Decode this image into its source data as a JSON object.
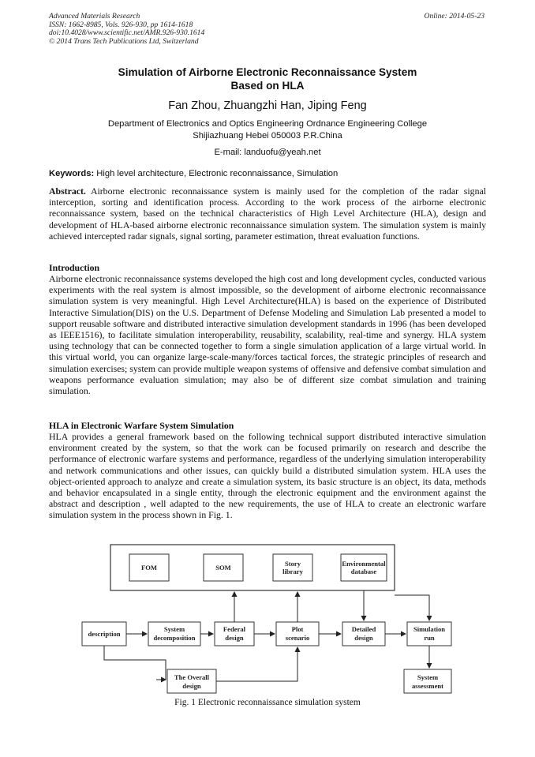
{
  "header": {
    "journal": "Advanced Materials Research",
    "issn": "ISSN: 1662-8985, Vols. 926-930, pp 1614-1618",
    "doi": "doi:10.4028/www.scientific.net/AMR.926-930.1614",
    "copyright": "© 2014 Trans Tech Publications Ltd, Switzerland",
    "online": "Online: 2014-05-23"
  },
  "paper": {
    "title_line1": "Simulation of Airborne Electronic Reconnaissance System",
    "title_line2": "Based on HLA",
    "authors": "Fan Zhou, Zhuangzhi Han, Jiping Feng",
    "affiliation_line1": "Department of Electronics and Optics Engineering Ordnance Engineering College",
    "affiliation_line2": "Shijiazhuang Hebei 050003 P.R.China",
    "email": "E-mail: landuofu@yeah.net",
    "keywords_label": "Keywords:",
    "keywords": " High level architecture, Electronic reconnaissance, Simulation"
  },
  "abstract": {
    "label": "Abstract.",
    "text": " Airborne electronic reconnaissance system is mainly used for the completion of the radar signal interception, sorting and identification process. According to the work process of the airborne electronic reconnaissance system, based on the technical characteristics of High Level Architecture (HLA), design and development of HLA-based airborne electronic reconnaissance simulation system. The simulation system is mainly achieved intercepted radar signals, signal sorting, parameter estimation, threat evaluation functions."
  },
  "introduction": {
    "heading": "Introduction",
    "text": "Airborne electronic reconnaissance systems developed the high cost and long development cycles, conducted various experiments with the real system is almost impossible, so the development of airborne electronic reconnaissance simulation system is very meaningful. High Level Architecture(HLA) is based on the experience of Distributed Interactive Simulation(DIS) on the U.S. Department of Defense Modeling and Simulation Lab presented a model to support reusable software and distributed interactive simulation development standards in 1996 (has been developed as IEEE1516), to facilitate simulation interoperability, reusability, scalability, real-time and synergy. HLA system using technology that can be connected together to form a single simulation application of a large virtual world. In this virtual world, you can organize large-scale-many/forces tactical forces, the strategic principles of research and simulation exercises; system can provide multiple weapon systems of offensive and defensive combat simulation and weapons performance evaluation simulation; may also be of different size combat simulation and training simulation."
  },
  "hla_section": {
    "heading": "HLA in Electronic Warfare System Simulation",
    "text": "HLA provides a general framework based on the following technical support distributed interactive simulation environment created by the system, so that the work can be focused primarily on research and describe the performance of electronic warfare systems and performance, regardless of the underlying simulation interoperability and network communications and other issues, can quickly build a distributed simulation system. HLA uses the object-oriented approach to analyze and create a simulation system, its basic structure is an object, its data, methods and behavior encapsulated in a single entity, through the electronic equipment and the environment against the abstract and description , well adapted to the new requirements, the use of HLA to create an electronic warfare simulation system in the process shown in Fig. 1."
  },
  "figure": {
    "fom": "FOM",
    "som": "SOM",
    "story_1": "Story",
    "story_2": "library",
    "env_1": "Environmental",
    "env_2": "database",
    "description": "description",
    "sysdecomp_1": "System",
    "sysdecomp_2": "decomposition",
    "federal_1": "Federal",
    "federal_2": "design",
    "plot_1": "Plot",
    "plot_2": "scenario",
    "detailed_1": "Detailed",
    "detailed_2": "design",
    "simrun_1": "Simulation",
    "simrun_2": "run",
    "overall_1": "The Overall",
    "overall_2": "design",
    "assess_1": "System",
    "assess_2": "assessment",
    "caption": "Fig. 1  Electronic reconnaissance simulation system"
  }
}
